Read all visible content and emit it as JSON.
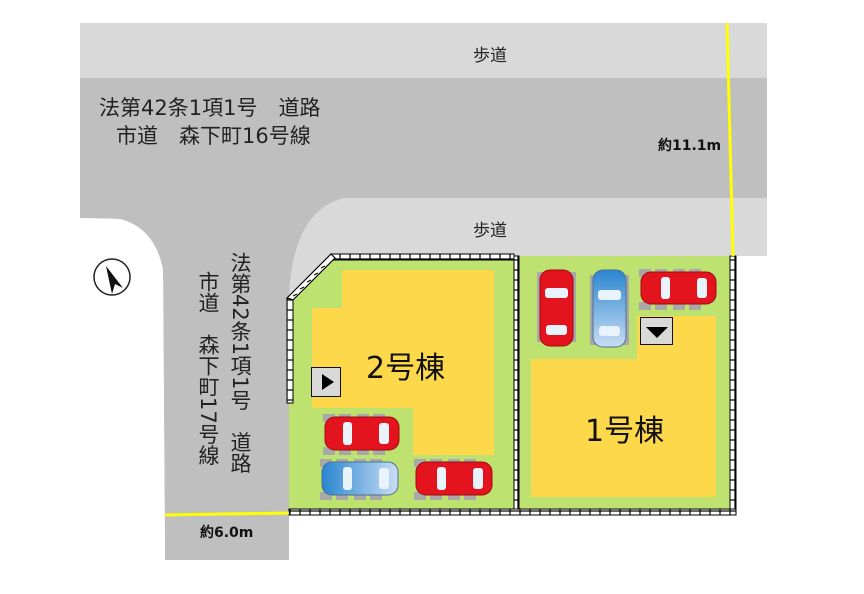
{
  "map": {
    "type": "site-plan",
    "main_road": {
      "label_line1": "法第42条1項1号　道路",
      "label_line2": "市道　森下町16号線",
      "width_label": "約11.1m",
      "sidewalk_top": "歩道",
      "sidewalk_bottom": "歩道"
    },
    "side_road": {
      "label_col1": "法第42条1項1号　道路",
      "label_col2": "市道　森下町17号線",
      "width_label": "約6.0m"
    },
    "lots": [
      {
        "name": "2号棟",
        "entry_arrow": "right"
      },
      {
        "name": "1号棟",
        "entry_arrow": "down"
      }
    ],
    "compass": {
      "icon": "north-arrow-icon"
    },
    "colors": {
      "road": "#bfbfbf",
      "sidewalk": "#d9d9d9",
      "lot_green": "#bde270",
      "building_yellow": "#fdd84a",
      "dimension_line": "#ffff00",
      "car_red": "#e3141e",
      "car_blue": "#3b8fd6"
    }
  }
}
